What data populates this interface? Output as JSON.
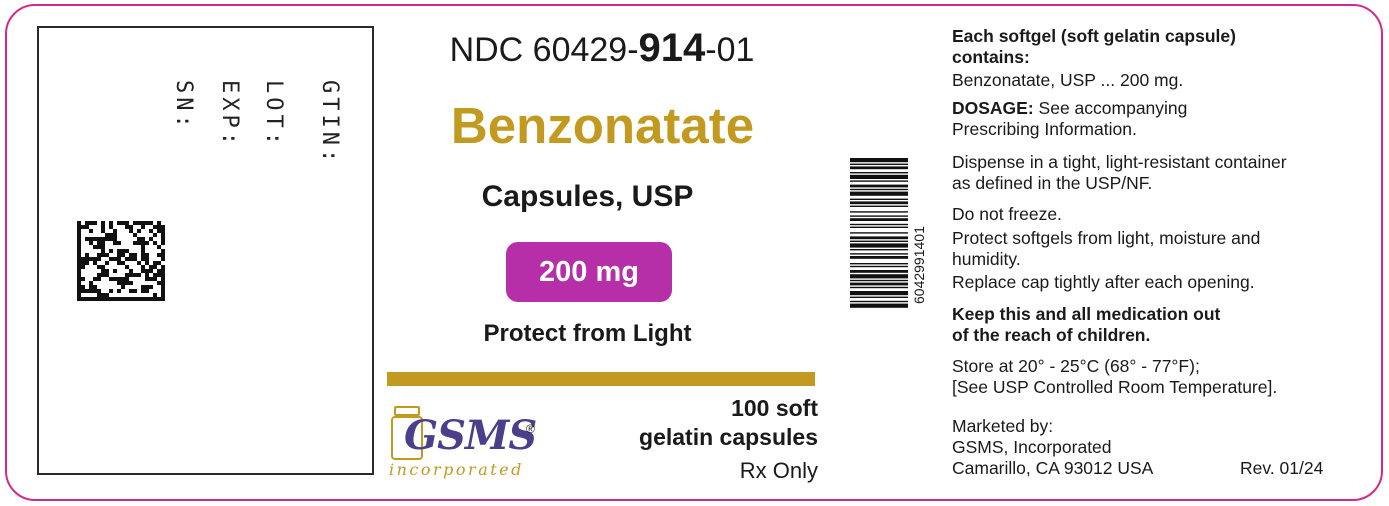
{
  "colors": {
    "border": "#d22a8a",
    "gold": "#c19a1f",
    "strength_badge": "#b62ea8",
    "logo_blue": "#4b3f8c"
  },
  "left_box": {
    "gtin": "GTIN:",
    "lot": "LOT:",
    "exp": "EXP:",
    "sn": "SN:"
  },
  "ndc": {
    "prefix": "NDC 60429-",
    "product": "914",
    "suffix": "-01"
  },
  "drug_name": "Benzonatate",
  "dosage_form": "Capsules, USP",
  "strength": "200 mg",
  "protect_note": "Protect from Light",
  "logo": {
    "mark": "GSMS",
    "reg": "®",
    "sub": "incorporated",
    "icon": "bottle-icon"
  },
  "count": {
    "line1": "100 soft",
    "line2": "gelatin capsules"
  },
  "rx_only": "Rx Only",
  "barcode_digits": "6042991401",
  "right": {
    "contains_heading_1": "Each softgel (soft gelatin capsule)",
    "contains_heading_2": "contains:",
    "contains_value": "Benzonatate, USP ... 200 mg.",
    "dosage_label": "DOSAGE:",
    "dosage_text_1": " See accompanying",
    "dosage_text_2": "Prescribing Information.",
    "dispense_1": "Dispense in a tight, light-resistant container",
    "dispense_2": "as defined in the USP/NF.",
    "freeze": "Do not freeze.",
    "protect_1": "Protect softgels from light, moisture and",
    "protect_2": "humidity.",
    "replace": "Replace cap tightly after each opening.",
    "keep_1": "Keep this and all medication out",
    "keep_2": "of the reach of children.",
    "store_1": "Store at 20° - 25°C (68° - 77°F);",
    "store_2": "[See USP Controlled Room Temperature].",
    "marketed_by": "Marketed by:",
    "company": "GSMS, Incorporated",
    "address": "Camarillo, CA 93012 USA",
    "revision": "Rev. 01/24"
  }
}
